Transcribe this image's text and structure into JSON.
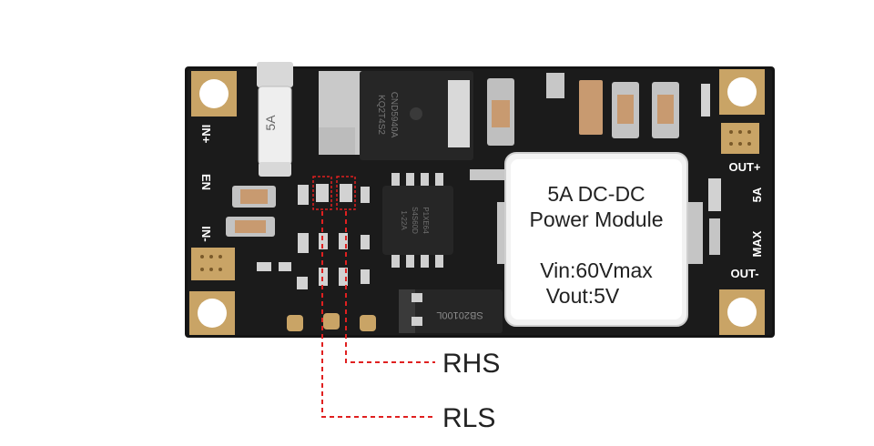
{
  "board": {
    "colors": {
      "pcb": "#141414",
      "pad": "#c9a466",
      "leader": "#e02020",
      "silk": "#ffffff"
    }
  },
  "silkscreen": {
    "in_plus": "IN+",
    "en": "EN",
    "in_minus": "IN-",
    "out_plus": "OUT+",
    "out_minus": "OUT-",
    "current": "5A",
    "max": "MAX"
  },
  "fuse": {
    "marking": "5A"
  },
  "mosfet": {
    "marking_1": "CND5940A",
    "marking_2": "KQ2T4S2"
  },
  "controller_ic": {
    "marking_1": "S4S60D",
    "marking_2": "1-22A",
    "marking_3": "P1XE64"
  },
  "diode": {
    "marking": "SB20100L"
  },
  "inductor_label": {
    "line1": "5A DC-DC",
    "line2": "Power Module",
    "line3": "Vin:60Vmax",
    "line4": "Vout:5V"
  },
  "callouts": {
    "rhs": "RHS",
    "rls": "RLS"
  }
}
